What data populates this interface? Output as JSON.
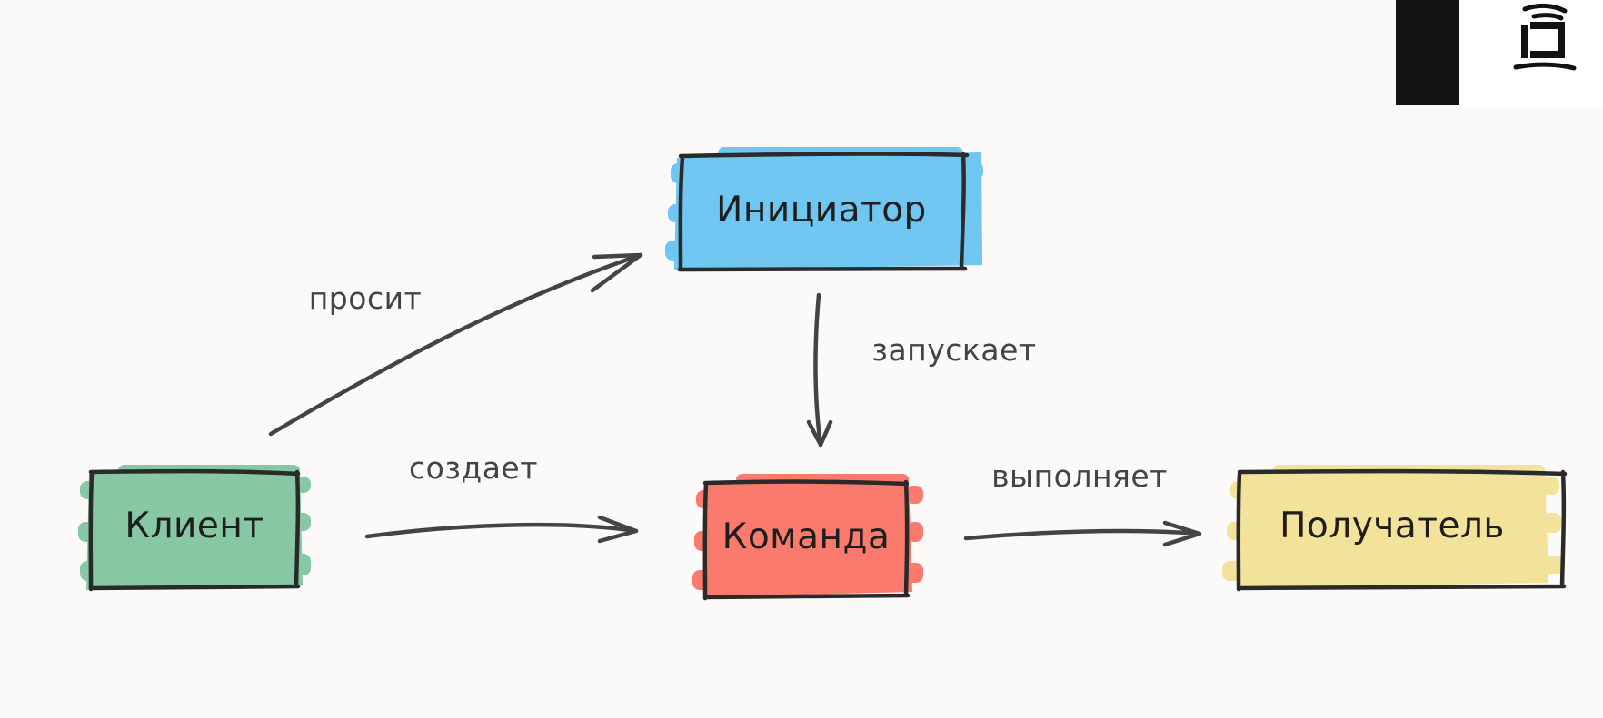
{
  "diagram": {
    "nodes": {
      "initiator": {
        "label": "Инициатор",
        "color": "#6ec6f1"
      },
      "client": {
        "label": "Клиент",
        "color": "#87c7a4"
      },
      "command": {
        "label": "Команда",
        "color": "#fa7b6d"
      },
      "receiver": {
        "label": "Получатель",
        "color": "#f3e29a"
      }
    },
    "edges": {
      "client_to_initiator": {
        "label": "просит"
      },
      "initiator_to_command": {
        "label": "запускает"
      },
      "client_to_command": {
        "label": "создает"
      },
      "command_to_receiver": {
        "label": "выполняет"
      }
    }
  },
  "corner_logo": {
    "icon": "corner-logo-icon"
  }
}
